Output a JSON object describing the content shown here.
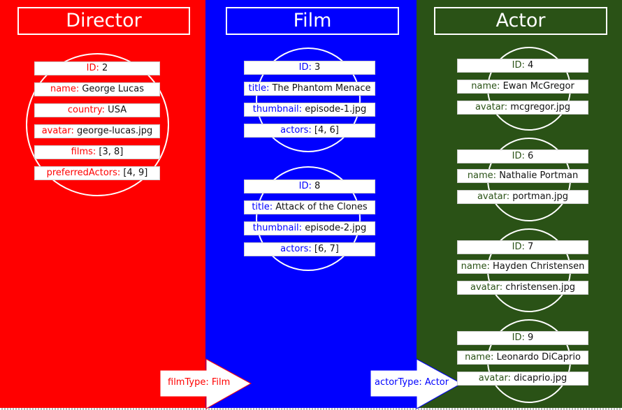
{
  "colors": {
    "director_bg": "#ff0000",
    "film_bg": "#0000ff",
    "actor_bg": "#2a5216",
    "director_key": "#ff0000",
    "film_key": "#0000ff",
    "actor_key": "#2a5216",
    "value": "#111111"
  },
  "director": {
    "title": "Director",
    "records": [
      {
        "fields": [
          {
            "key": "ID:",
            "value": " 2"
          },
          {
            "key": "name:",
            "value": " George Lucas"
          },
          {
            "key": "country:",
            "value": " USA"
          },
          {
            "key": "avatar:",
            "value": " george-lucas.jpg"
          },
          {
            "key": "films:",
            "value": " [3, 8]"
          },
          {
            "key": "preferredActors:",
            "value": " [4, 9]"
          }
        ]
      }
    ],
    "relation": "filmType: Film"
  },
  "film": {
    "title": "Film",
    "records": [
      {
        "fields": [
          {
            "key": "ID:",
            "value": " 3"
          },
          {
            "key": "title:",
            "value": " The Phantom Menace"
          },
          {
            "key": "thumbnail:",
            "value": " episode-1.jpg"
          },
          {
            "key": "actors:",
            "value": " [4, 6]"
          }
        ]
      },
      {
        "fields": [
          {
            "key": "ID:",
            "value": " 8"
          },
          {
            "key": "title:",
            "value": " Attack of the Clones"
          },
          {
            "key": "thumbnail:",
            "value": " episode-2.jpg"
          },
          {
            "key": "actors:",
            "value": " [6, 7]"
          }
        ]
      }
    ],
    "relation": "actorType: Actor"
  },
  "actor": {
    "title": "Actor",
    "records": [
      {
        "fields": [
          {
            "key": "ID:",
            "value": " 4"
          },
          {
            "key": "name:",
            "value": " Ewan McGregor"
          },
          {
            "key": "avatar:",
            "value": " mcgregor.jpg"
          }
        ]
      },
      {
        "fields": [
          {
            "key": "ID:",
            "value": " 6"
          },
          {
            "key": "name:",
            "value": " Nathalie Portman"
          },
          {
            "key": "avatar:",
            "value": " portman.jpg"
          }
        ]
      },
      {
        "fields": [
          {
            "key": "ID:",
            "value": " 7"
          },
          {
            "key": "name:",
            "value": " Hayden Christensen"
          },
          {
            "key": "avatar:",
            "value": " christensen.jpg"
          }
        ]
      },
      {
        "fields": [
          {
            "key": "ID:",
            "value": " 9"
          },
          {
            "key": "name:",
            "value": " Leonardo DiCaprio"
          },
          {
            "key": "avatar:",
            "value": " dicaprio.jpg"
          }
        ]
      }
    ]
  }
}
